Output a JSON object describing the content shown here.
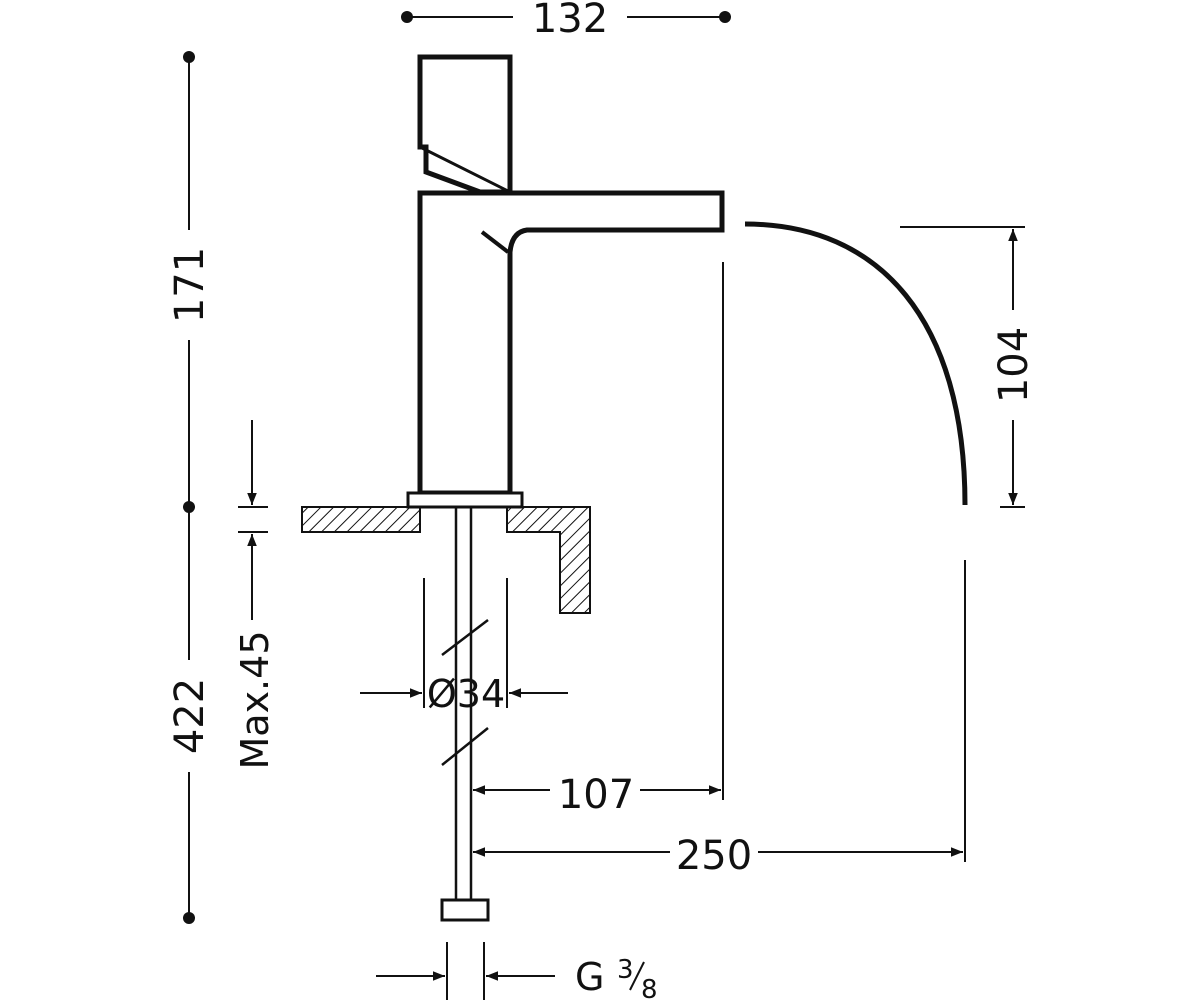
{
  "drawing": {
    "dimensions": {
      "top_width": "132",
      "total_height": "171",
      "below_counter": "422",
      "max_thickness": "Max.45",
      "hole_diameter": "Ø34",
      "spout_reach": "107",
      "stream_reach": "250",
      "stream_height": "104",
      "connection_thread": "G",
      "thread_numerator": "3",
      "thread_denominator": "8"
    },
    "colors": {
      "ink": "#111111",
      "background": "#ffffff"
    }
  }
}
